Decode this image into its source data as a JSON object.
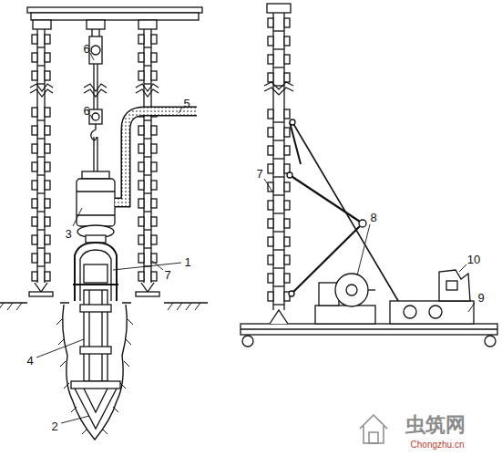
{
  "diagram": {
    "labels": [
      "6",
      "6",
      "5",
      "3",
      "1",
      "7",
      "4",
      "2",
      "7",
      "8",
      "10",
      "9",
      "虫筑网",
      "Chongzhu.cn"
    ]
  }
}
